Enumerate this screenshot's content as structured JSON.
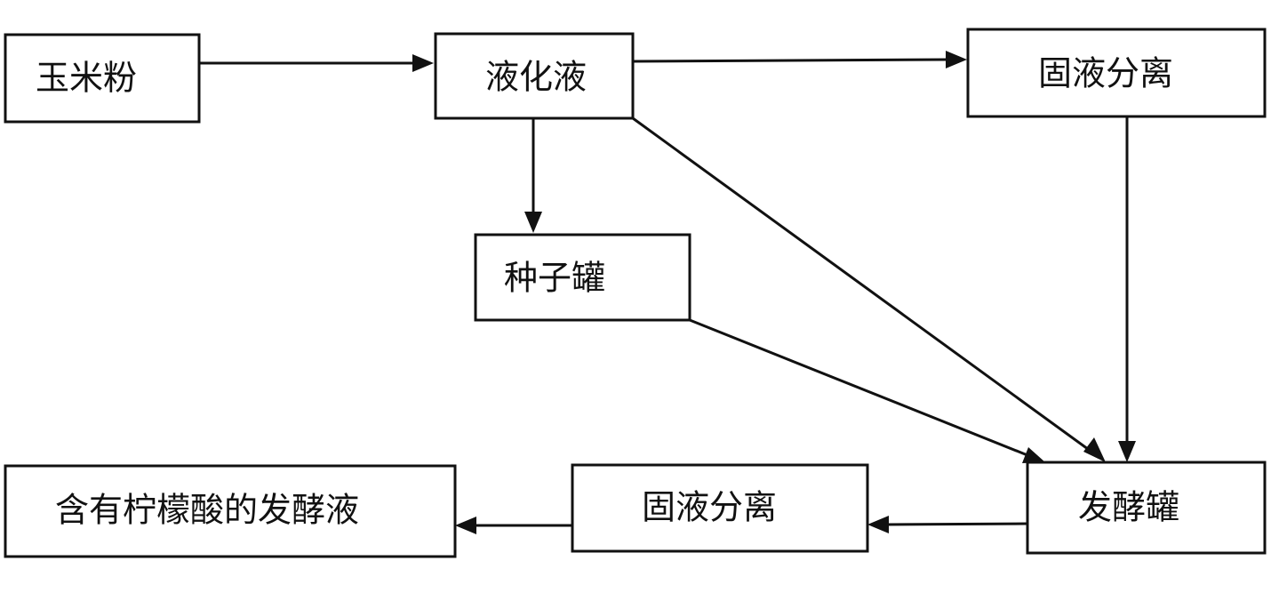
{
  "diagram": {
    "type": "flowchart",
    "nodes": [
      {
        "id": "corn_flour",
        "label": "玉米粉"
      },
      {
        "id": "liquefied_liquid",
        "label": "液化液"
      },
      {
        "id": "solid_liquid_sep_1",
        "label": "固液分离"
      },
      {
        "id": "seed_tank",
        "label": "种子罐"
      },
      {
        "id": "fermentation_tank",
        "label": "发酵罐"
      },
      {
        "id": "solid_liquid_sep_2",
        "label": "固液分离"
      },
      {
        "id": "citric_acid_broth",
        "label": "含有柠檬酸的发酵液"
      }
    ],
    "edges": [
      {
        "from": "corn_flour",
        "to": "liquefied_liquid"
      },
      {
        "from": "liquefied_liquid",
        "to": "solid_liquid_sep_1"
      },
      {
        "from": "liquefied_liquid",
        "to": "seed_tank"
      },
      {
        "from": "liquefied_liquid",
        "to": "fermentation_tank"
      },
      {
        "from": "solid_liquid_sep_1",
        "to": "fermentation_tank"
      },
      {
        "from": "seed_tank",
        "to": "fermentation_tank"
      },
      {
        "from": "fermentation_tank",
        "to": "solid_liquid_sep_2"
      },
      {
        "from": "solid_liquid_sep_2",
        "to": "citric_acid_broth"
      }
    ]
  },
  "colors": {
    "line": "#111111",
    "box_fill": "#ffffff"
  }
}
